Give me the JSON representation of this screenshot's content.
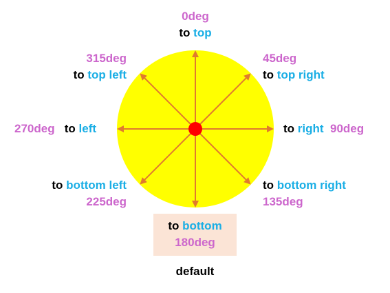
{
  "colors": {
    "circle": "#ffff00",
    "arrow": "#e07a2e",
    "center_dot": "#ff0000",
    "degree_text": "#cc66cc",
    "keyword_text": "#000000",
    "direction_text": "#1aaee5",
    "default_highlight": "#fbe4d6"
  },
  "keyword": "to",
  "directions": [
    {
      "id": "top",
      "angle": 0,
      "degree": "0deg",
      "direction": "top"
    },
    {
      "id": "top-right",
      "angle": 45,
      "degree": "45deg",
      "direction": "top right"
    },
    {
      "id": "right",
      "angle": 90,
      "degree": "90deg",
      "direction": "right"
    },
    {
      "id": "bottom-right",
      "angle": 135,
      "degree": "135deg",
      "direction": "bottom right"
    },
    {
      "id": "bottom",
      "angle": 180,
      "degree": "180deg",
      "direction": "bottom"
    },
    {
      "id": "bottom-left",
      "angle": 225,
      "degree": "225deg",
      "direction": "bottom left"
    },
    {
      "id": "left",
      "angle": 270,
      "degree": "270deg",
      "direction": "left"
    },
    {
      "id": "top-left",
      "angle": 315,
      "degree": "315deg",
      "direction": "top left"
    }
  ],
  "default_caption": "default"
}
